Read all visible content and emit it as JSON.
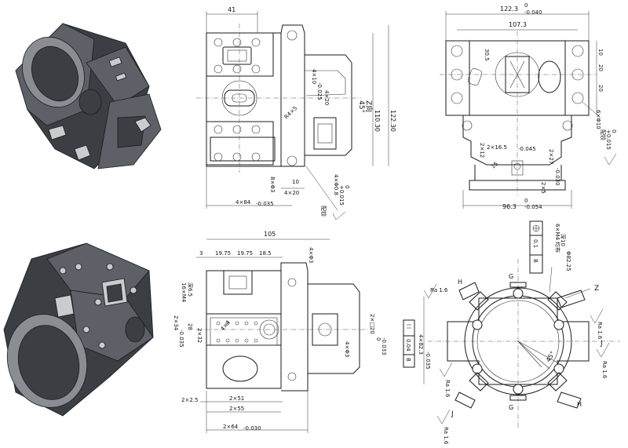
{
  "views": {
    "front": {
      "dims": {
        "w41": "41",
        "holes_4x10": "4×10",
        "holes_4x10_tol": "-0.025",
        "d4x20": "4×20",
        "r4x5": "R4×5",
        "h110": "110.30",
        "h122": "122.30",
        "angle": "45°",
        "zdir": "Z向",
        "d8x63": "8×Φ3",
        "d10": "10",
        "d4x20b": "4×20",
        "d4x84": "4×84",
        "d4x84_tol": "-0.035",
        "d4x08": "4×Φ0.8",
        "d4x08_tol_up": "+0.015",
        "d4x08_tol_lo": "0",
        "ream": "配铰"
      }
    },
    "right": {
      "dims": {
        "w122": "122.3",
        "w122_tol_up": "0",
        "w122_tol_lo": "-0.040",
        "w107": "107.3",
        "d30": "30.5",
        "d10a": "10",
        "d20a": "20",
        "d20b": "20",
        "d6xphi10": "6×Φ10",
        "d6x_tol_up": "+0.015",
        "d6x_tol_lo": "0",
        "ream": "配铰",
        "d2x12": "2×12",
        "d2x16": "2×16.5",
        "d2x16_tol": "-0.045",
        "d2x27": "2×27",
        "d2x27_tol": "-0.030",
        "d2x5": "2×5",
        "d15": "15",
        "w96": "96.3",
        "w96_tol_up": "0",
        "w96_tol_lo": "-0.054"
      }
    },
    "bottom": {
      "dims": {
        "w105": "105",
        "d3": "3",
        "d1975a": "19.75",
        "d1975b": "19.75",
        "d185": "18.5",
        "d4xphi3": "4×Φ3",
        "m4": "16×M4",
        "depth": "深6.5",
        "d2x34": "2×34",
        "d2x34_tol": "-0.035",
        "d28": "28",
        "d2x32": "2×32",
        "d2x20": "2×□20",
        "d2x20_tol_up": "0",
        "d2x20_tol_lo": "-0.033",
        "d4xphi3b": "4×Φ3",
        "d4x4": "4×4",
        "d2x25": "2×2.5",
        "d2x51": "2×51",
        "d2x55": "2×55",
        "d2x64": "2×64",
        "d2x64_tol": "-0.030"
      }
    },
    "section": {
      "dims": {
        "d6m4": "6×M4 均布",
        "depth10": "深10",
        "tol_box": "0.1",
        "datum_b": "B",
        "phi82": "Φ82.25",
        "d4x82": "4×82.3",
        "d4x82_tol": "-0.035",
        "flat": "0.04",
        "datum": "B",
        "angle45": "45°",
        "lbl_h1": "H",
        "lbl_h2": "H",
        "lbl_g1": "G",
        "lbl_g2": "G",
        "lbl_j1": "J",
        "lbl_j2": "J",
        "lbl_z": "Z",
        "rough1": "Ra 1.6",
        "rough2": "Ra 1.6",
        "rough3": "Ra 1.6",
        "rough4": "Ra 1.6",
        "rough5": "Ra 1.6"
      }
    }
  },
  "colors": {
    "ink": "#1a1a1a",
    "metal_dark": "#3b3e42",
    "metal_mid": "#5d6066",
    "metal_light": "#c9cbcf"
  }
}
